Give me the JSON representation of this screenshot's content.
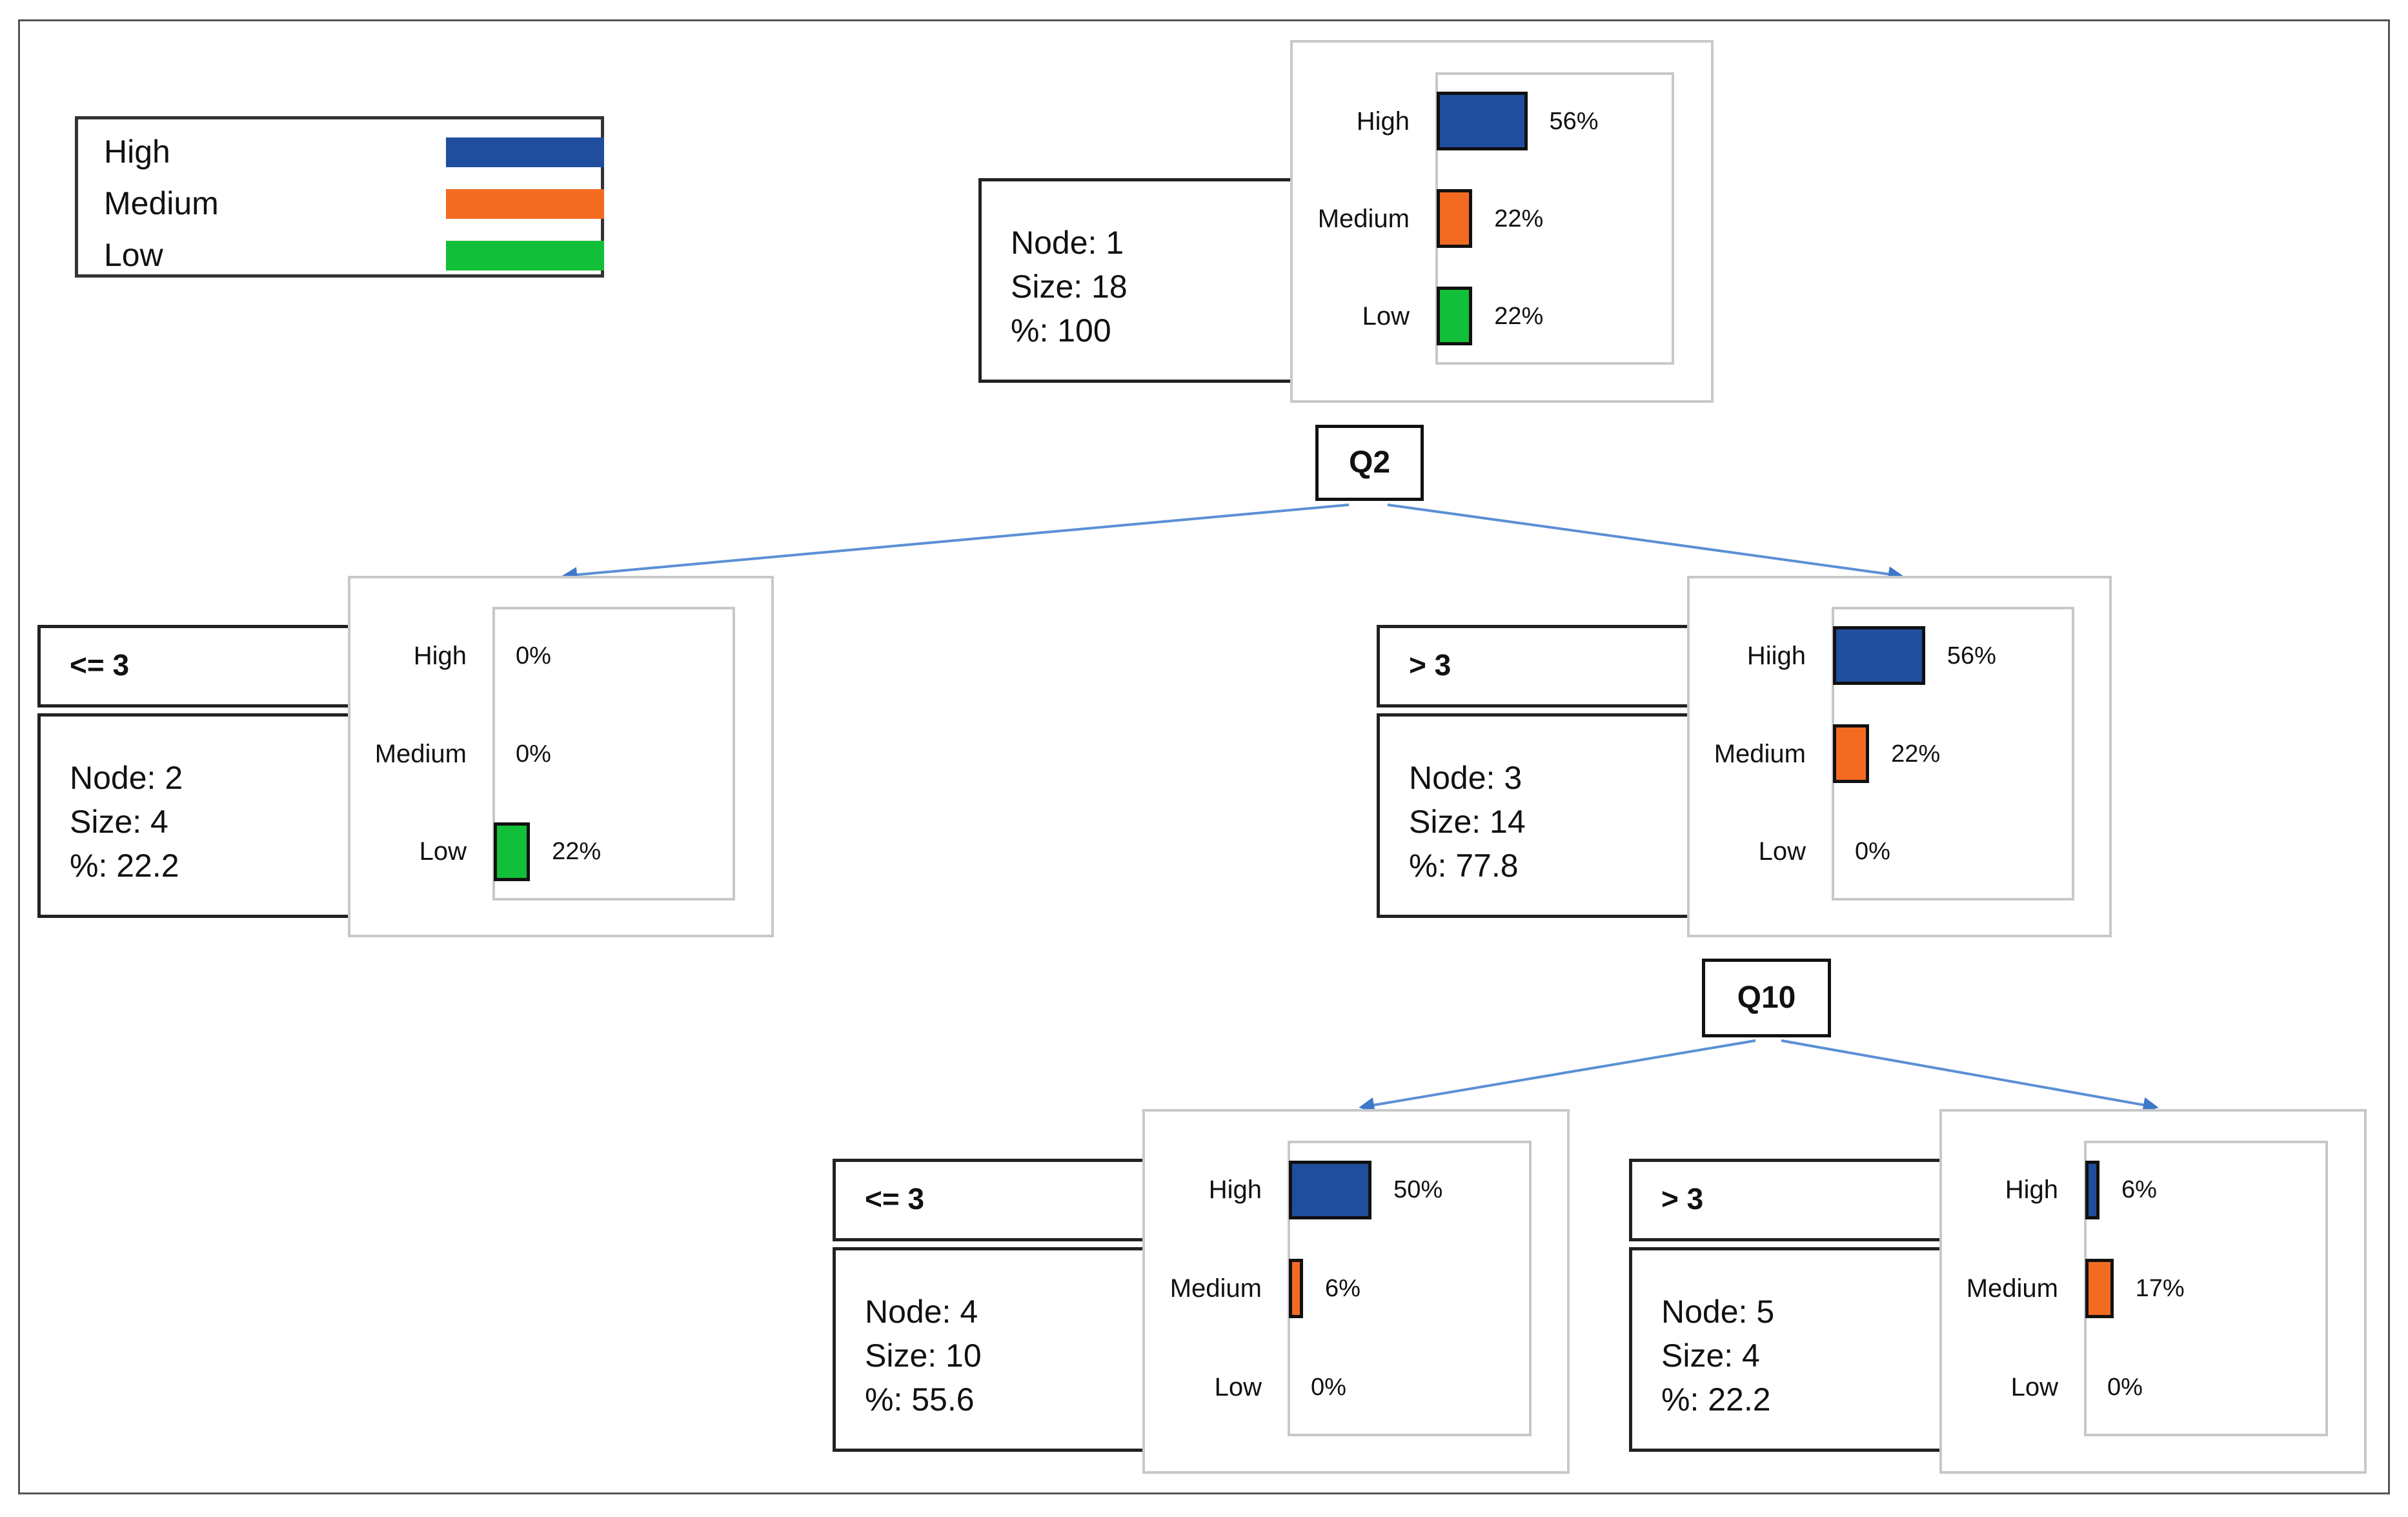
{
  "legend": {
    "items": [
      {
        "label": "High",
        "color": "#1f4e9e"
      },
      {
        "label": "Medium",
        "color": "#f26b21"
      },
      {
        "label": "Low",
        "color": "#12bf38"
      }
    ]
  },
  "splits": {
    "q2": "Q2",
    "q10": "Q10"
  },
  "nodes": {
    "node1": {
      "node_line": "Node: 1",
      "size_line": "Size: 18",
      "pct_line": "%: 100",
      "categories": [
        "High",
        "Medium",
        "Low"
      ],
      "values": [
        56,
        22,
        22
      ],
      "value_labels": [
        "56%",
        "22%",
        "22%"
      ]
    },
    "node2": {
      "condition": "<= 3",
      "node_line": "Node: 2",
      "size_line": "Size: 4",
      "pct_line": "%: 22.2",
      "categories": [
        "High",
        "Medium",
        "Low"
      ],
      "values": [
        0,
        0,
        22
      ],
      "value_labels": [
        "0%",
        "0%",
        "22%"
      ]
    },
    "node3": {
      "condition": "> 3",
      "node_line": "Node: 3",
      "size_line": "Size: 14",
      "pct_line": "%: 77.8",
      "categories": [
        "Hiigh",
        "Medium",
        "Low"
      ],
      "values": [
        56,
        22,
        0
      ],
      "value_labels": [
        "56%",
        "22%",
        "0%"
      ]
    },
    "node4": {
      "condition": "<= 3",
      "node_line": "Node: 4",
      "size_line": "Size: 10",
      "pct_line": "%: 55.6",
      "categories": [
        "High",
        "Medium",
        "Low"
      ],
      "values": [
        50,
        6,
        0
      ],
      "value_labels": [
        "50%",
        "6%",
        "0%"
      ]
    },
    "node5": {
      "condition": "> 3",
      "node_line": "Node: 5",
      "size_line": "Size: 4",
      "pct_line": "%: 22.2",
      "categories": [
        "High",
        "Medium",
        "Low"
      ],
      "values": [
        6,
        17,
        0
      ],
      "value_labels": [
        "6%",
        "17%",
        "0%"
      ]
    }
  }
}
